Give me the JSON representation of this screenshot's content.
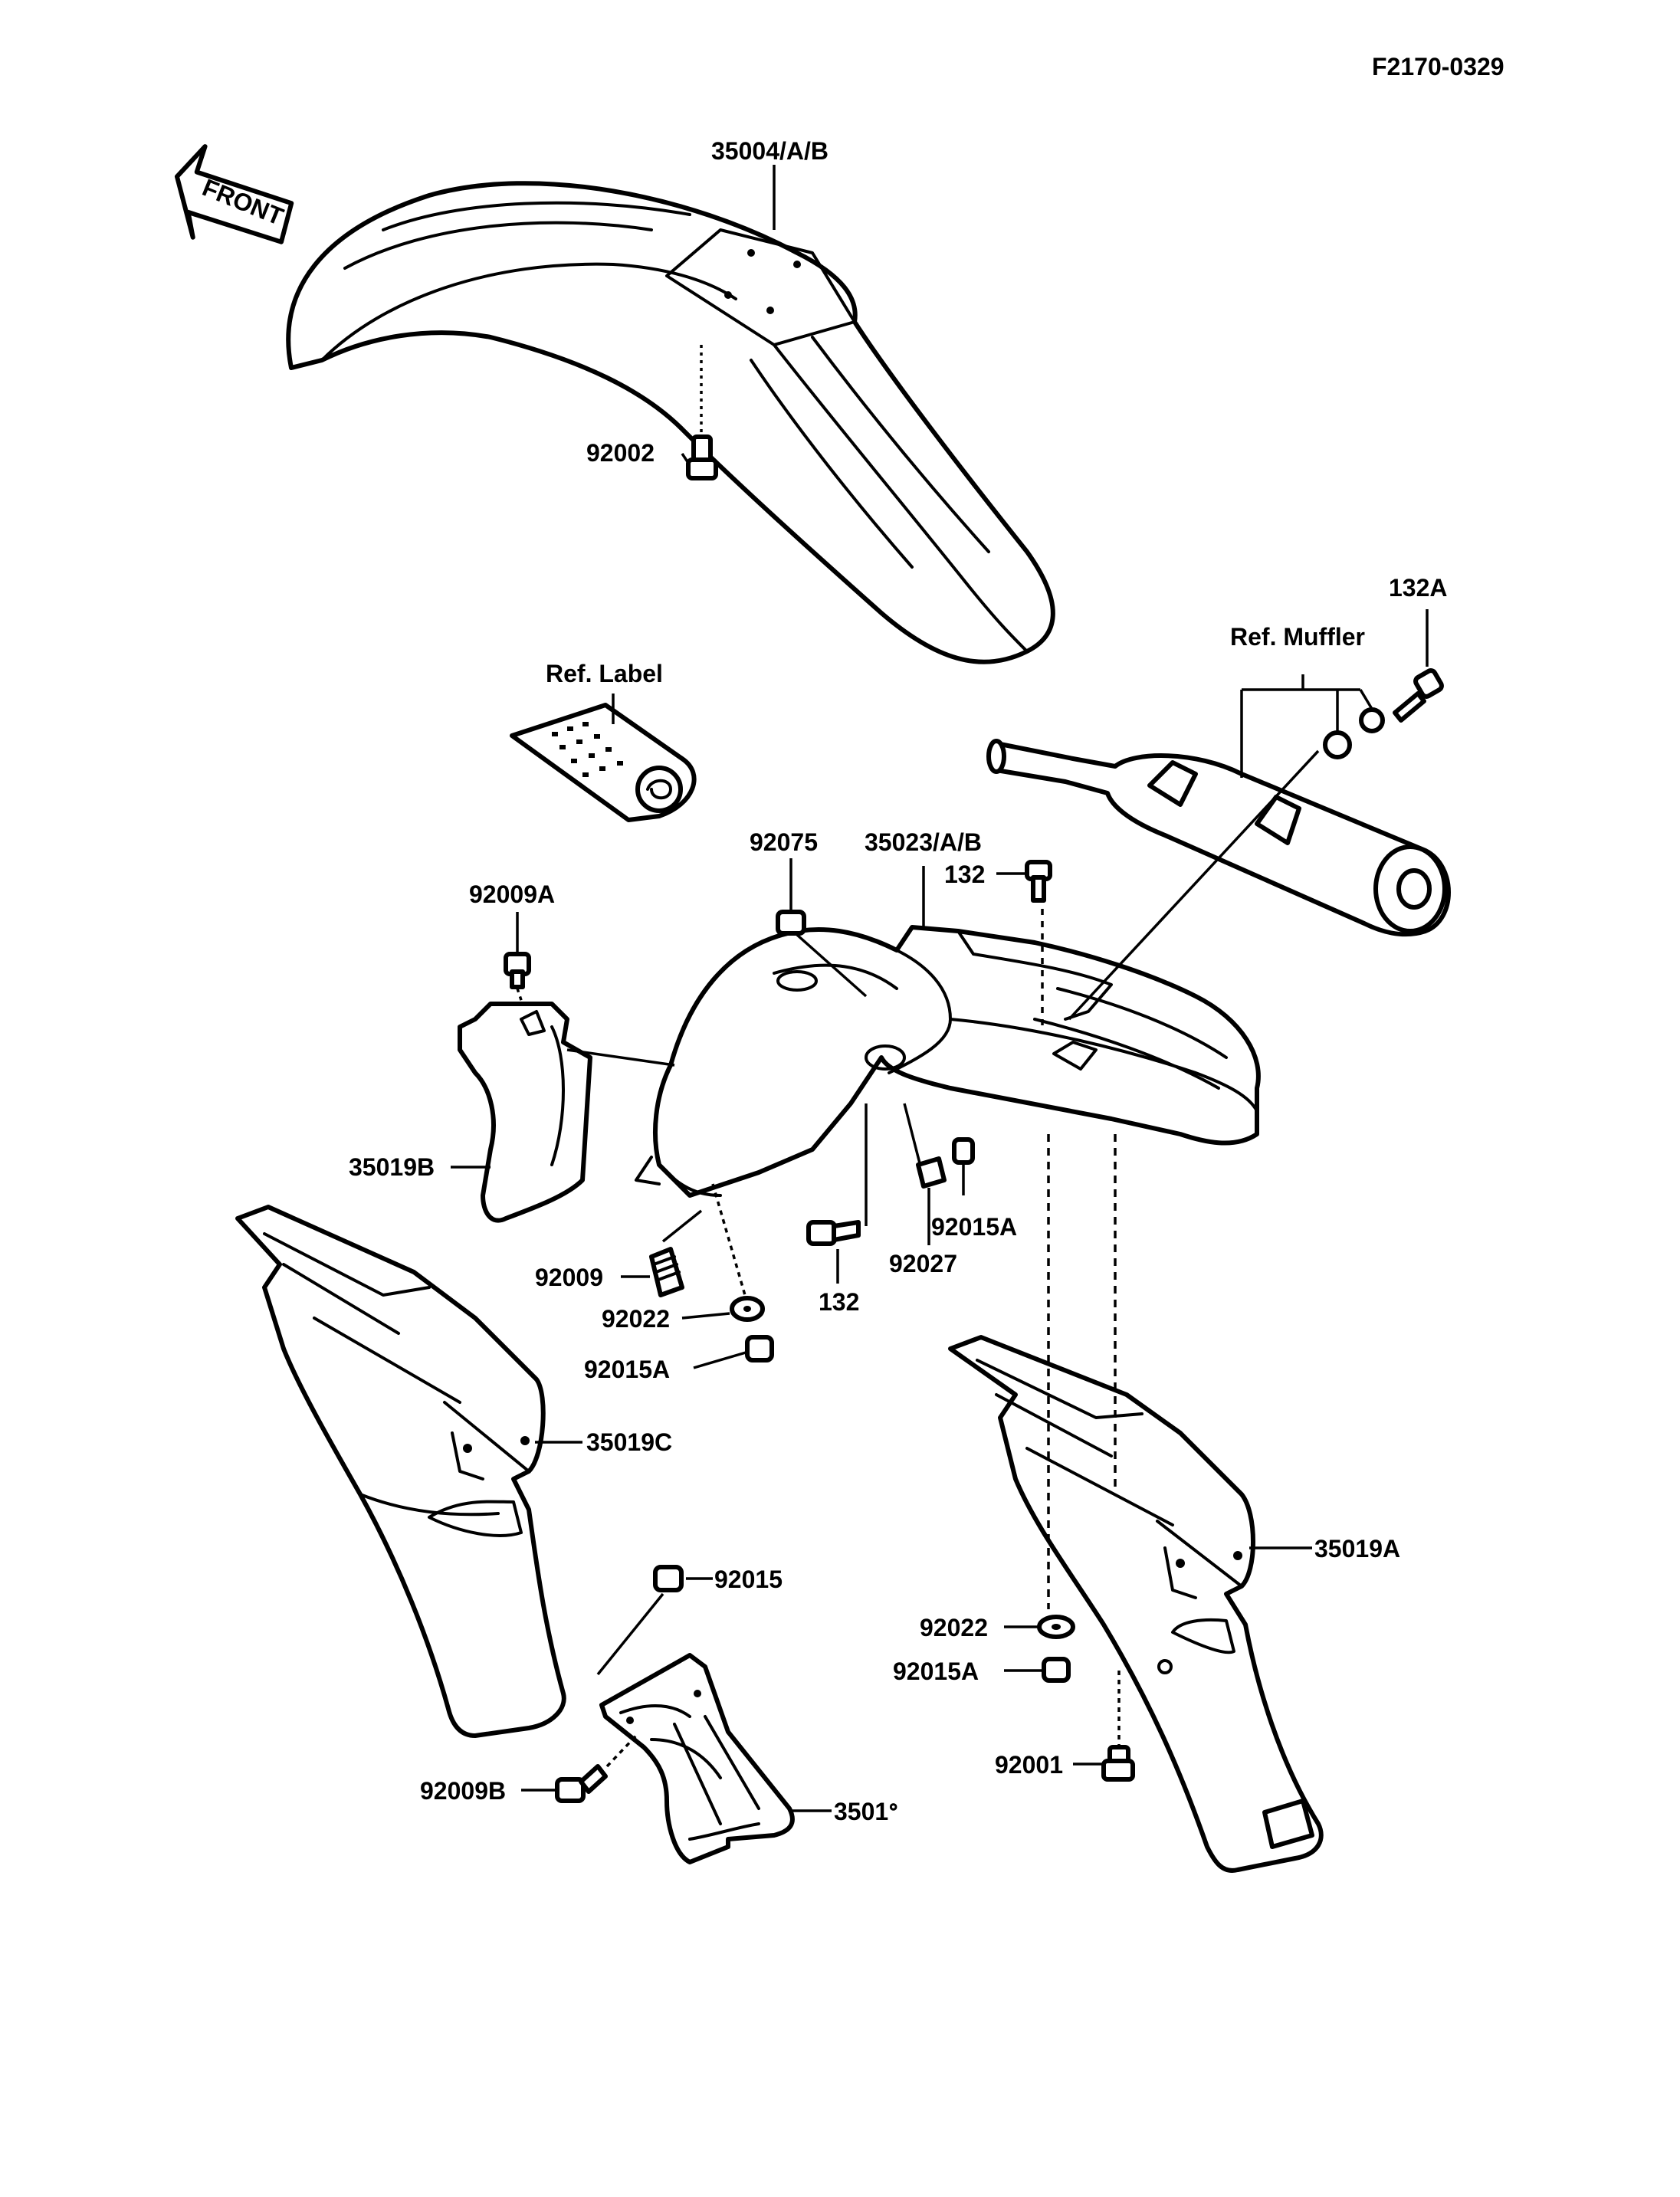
{
  "figure_code": "F2170-0329",
  "front_arrow": "FRONT",
  "callouts": {
    "front_fender": "35004/A/B",
    "bolt_front_fender": "92002",
    "ref_label": "Ref. Label",
    "ref_muffler": "Ref. Muffler",
    "bolt_132a": "132A",
    "nut_92075": "92075",
    "rear_fender": "35023/A/B",
    "bolt_132_top": "132",
    "bolt_92009a": "92009A",
    "flap_35019b": "35019B",
    "spring_92009": "92009",
    "washer_92022_left": "92022",
    "nut_92015a_left": "92015A",
    "bolt_132_bottom": "132",
    "collar_92027": "92027",
    "nut_92015a_mid": "92015A",
    "fender_35019c": "35019C",
    "fender_35019a": "35019A",
    "nut_92015": "92015",
    "washer_92022_right": "92022",
    "nut_92015a_right": "92015A",
    "bolt_92009b": "92009B",
    "bolt_92001": "92001",
    "flap_3501x": "3501ᐤ"
  }
}
